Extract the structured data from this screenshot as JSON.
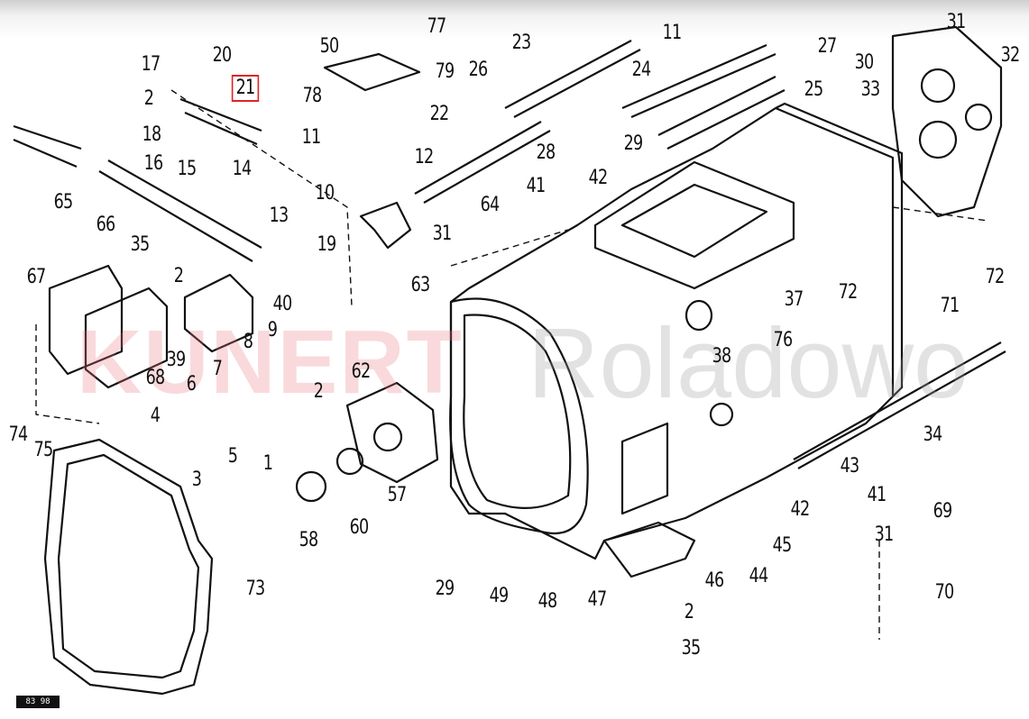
{
  "diagram": {
    "title": "Gearbox housing exploded parts diagram",
    "highlighted_part": "21",
    "watermark": {
      "brand": "KUNERT",
      "suffix": "Roladowo"
    },
    "page_badge": "83 98",
    "callouts": [
      "17",
      "20",
      "21",
      "2",
      "18",
      "16",
      "15",
      "14",
      "65",
      "66",
      "35",
      "2",
      "67",
      "13",
      "19",
      "40",
      "39",
      "68",
      "9",
      "8",
      "7",
      "6",
      "4",
      "5",
      "3",
      "74",
      "75",
      "1",
      "2",
      "58",
      "60",
      "57",
      "73",
      "62",
      "63",
      "50",
      "77",
      "79",
      "78",
      "11",
      "12",
      "10",
      "22",
      "23",
      "26",
      "11",
      "24",
      "27",
      "25",
      "28",
      "29",
      "41",
      "42",
      "64",
      "31",
      "30",
      "31",
      "32",
      "33",
      "72",
      "71",
      "37",
      "76",
      "72",
      "38",
      "34",
      "43",
      "42",
      "41",
      "69",
      "31",
      "70",
      "45",
      "44",
      "46",
      "47",
      "48",
      "49",
      "29",
      "2",
      "35"
    ]
  }
}
